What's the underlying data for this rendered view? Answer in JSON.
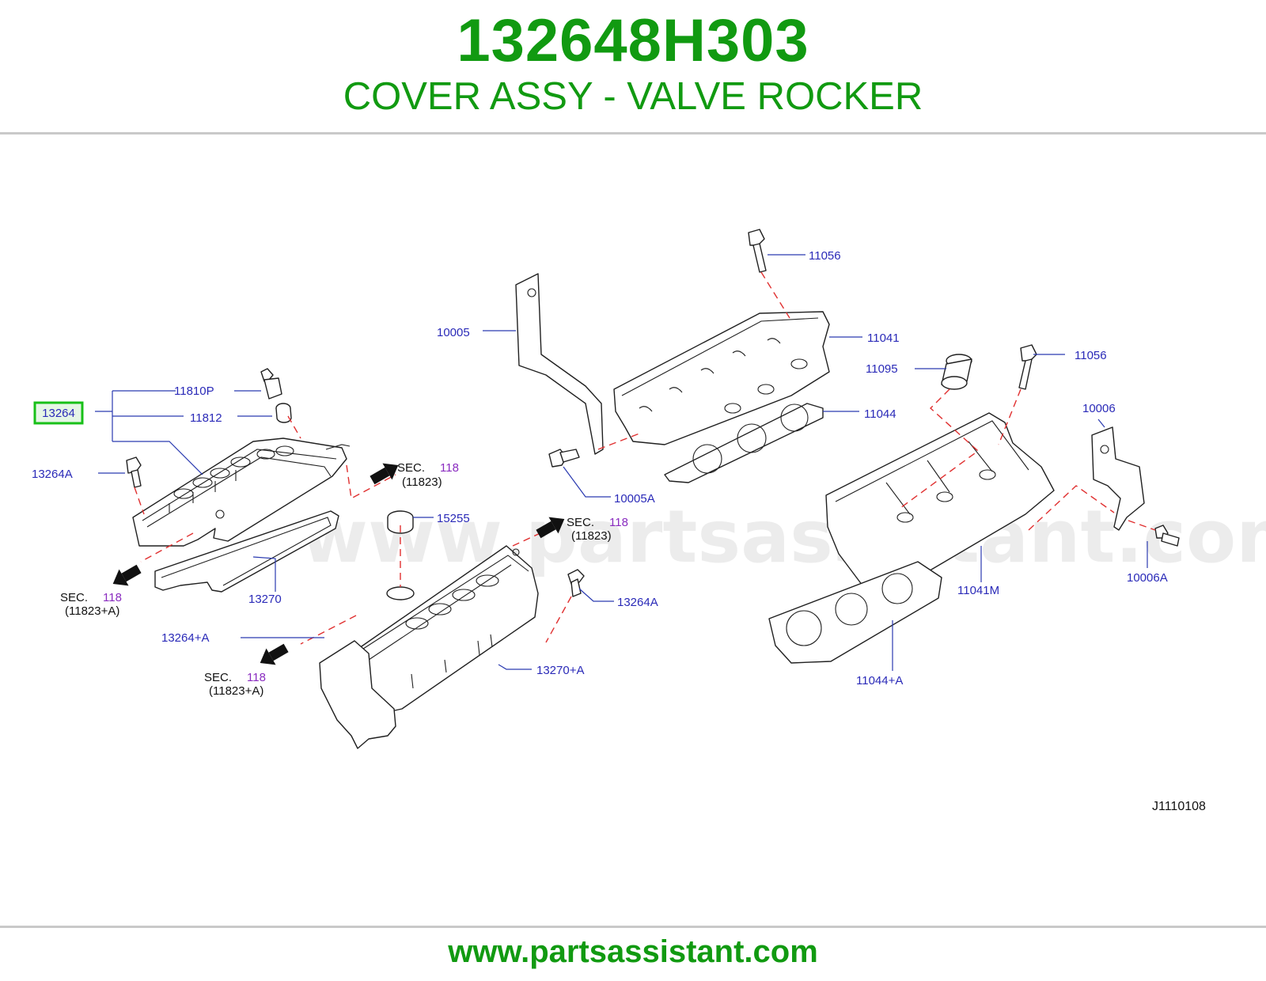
{
  "header": {
    "part_number": "132648H303",
    "part_name": "COVER ASSY - VALVE ROCKER"
  },
  "colors": {
    "title_green": "#119a11",
    "highlight_green": "#18c018",
    "highlight_fill": "#e6f6e6",
    "label_blue": "#2a2ab8",
    "sec_purple": "#8a2cc0",
    "dash_red": "#e03030",
    "rule_gray": "#c9c9c9"
  },
  "diagram": {
    "highlighted_label": "13264",
    "labels": {
      "p11810P": "11810P",
      "p11812": "11812",
      "p13264A_left": "13264A",
      "p13270": "13270",
      "p15255": "15255",
      "p13264A_right": "13264A",
      "p13264plusA": "13264+A",
      "p13270plusA": "13270+A",
      "p10005": "10005",
      "p10005A": "10005A",
      "p11056_top": "11056",
      "p11041": "11041",
      "p11044": "11044",
      "p11095": "11095",
      "p11056_right": "11056",
      "p10006": "10006",
      "p10006A": "10006A",
      "p11041M": "11041M",
      "p11044plusA": "11044+A"
    },
    "sec_refs": [
      {
        "sec": "SEC.",
        "num": "118",
        "ref": "(11823)"
      },
      {
        "sec": "SEC.",
        "num": "118",
        "ref": "(11823+A)"
      },
      {
        "sec": "SEC.",
        "num": "118",
        "ref": "(11823)"
      },
      {
        "sec": "SEC.",
        "num": "118",
        "ref": "(11823+A)"
      }
    ],
    "figure_code": "J1110108",
    "watermark": "www.partsassistant.com"
  },
  "footer": {
    "url": "www.partsassistant.com"
  }
}
